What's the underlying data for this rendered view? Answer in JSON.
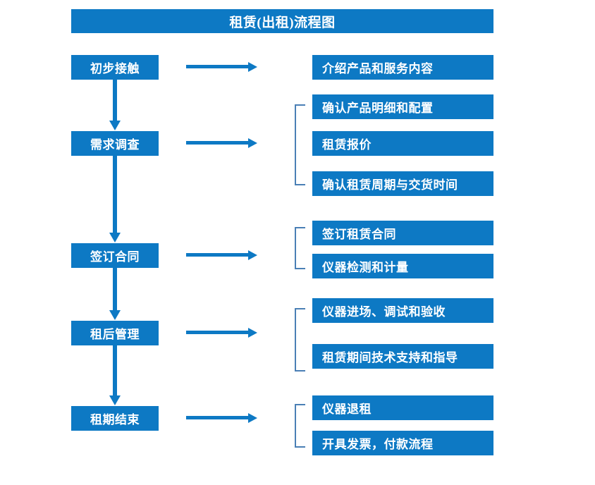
{
  "diagram": {
    "title": "租赁(出租)流程图",
    "accent_color": "#0d79c4",
    "bracket_color": "#4a7fb5",
    "stages": [
      {
        "label": "初步接触"
      },
      {
        "label": "需求调查"
      },
      {
        "label": "签订合同"
      },
      {
        "label": "租后管理"
      },
      {
        "label": "租期结束"
      }
    ],
    "details": [
      {
        "label": "介绍产品和服务内容"
      },
      {
        "label": "确认产品明细和配置"
      },
      {
        "label": "租赁报价"
      },
      {
        "label": "确认租赁周期与交货时间"
      },
      {
        "label": "签订租赁合同"
      },
      {
        "label": "仪器检测和计量"
      },
      {
        "label": "仪器进场、调试和验收"
      },
      {
        "label": "租赁期间技术支持和指导"
      },
      {
        "label": "仪器退租"
      },
      {
        "label": "开具发票，付款流程"
      }
    ]
  }
}
